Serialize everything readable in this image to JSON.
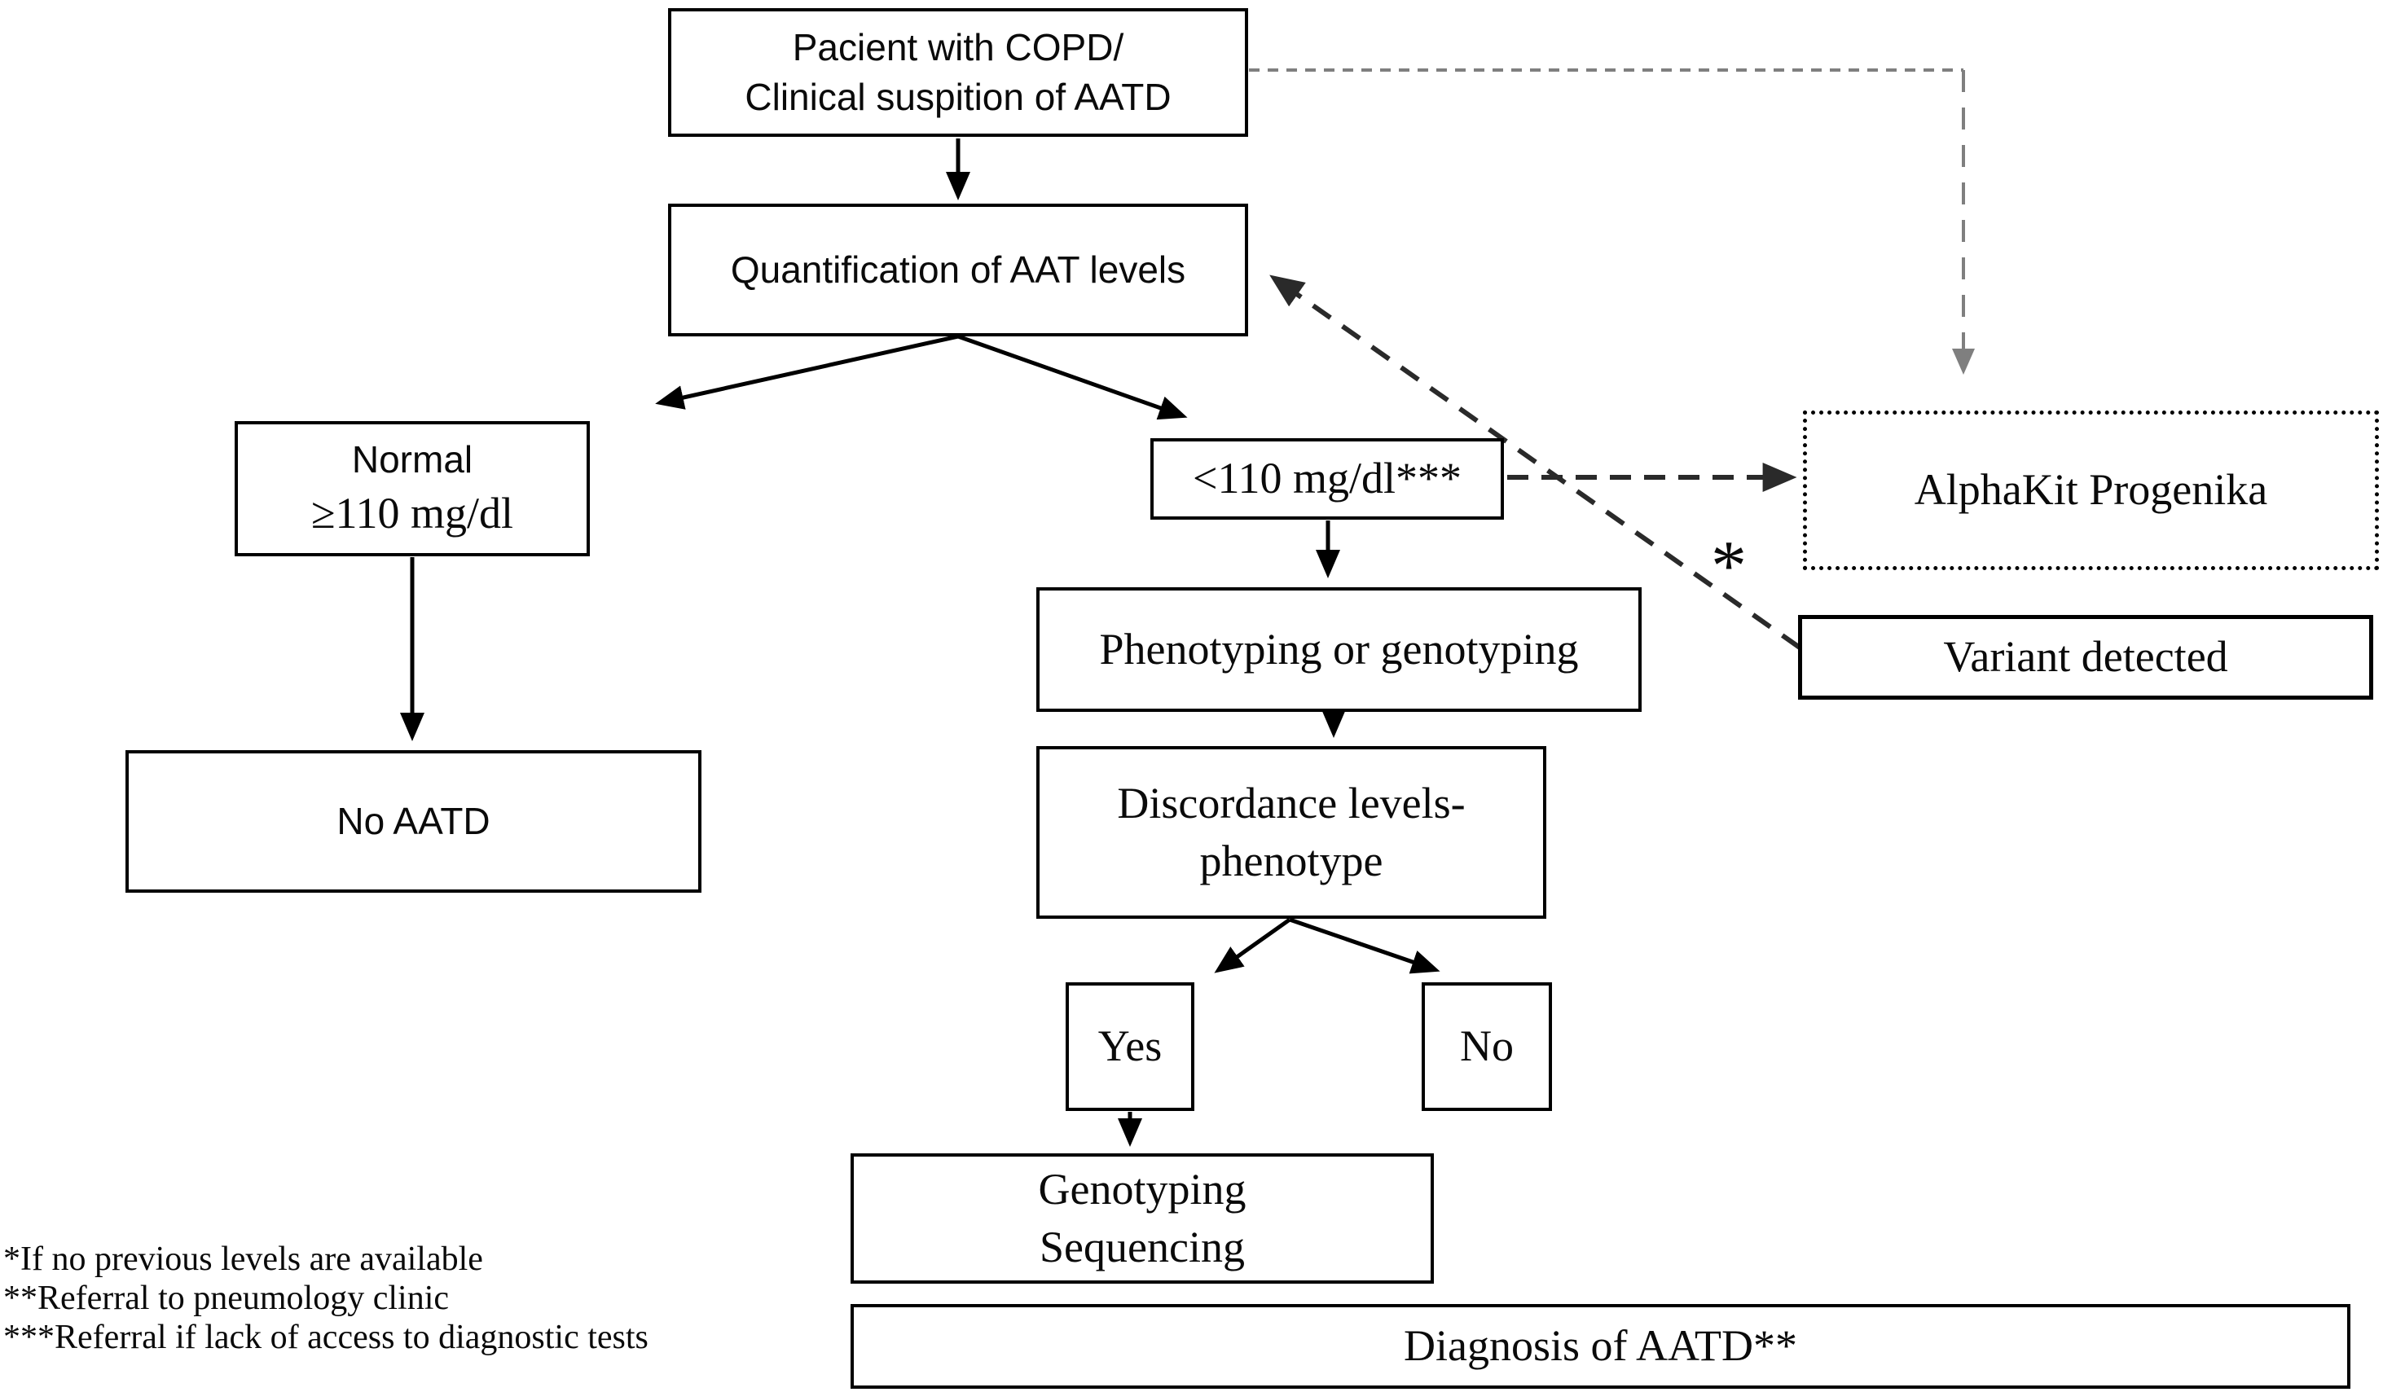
{
  "nodes": {
    "patient": {
      "line1": "Pacient with COPD/",
      "line2": "Clinical suspition of AATD"
    },
    "quantification": {
      "label": "Quantification of AAT levels"
    },
    "normal": {
      "line1": "Normal",
      "line2": "≥110 mg/dl"
    },
    "no_aatd": {
      "label": "No AATD"
    },
    "low": {
      "label": "<110 mg/dl***"
    },
    "phenotyping": {
      "label": "Phenotyping or genotyping"
    },
    "discordance": {
      "line1": "Discordance levels-",
      "line2": "phenotype"
    },
    "yes": {
      "label": "Yes"
    },
    "no": {
      "label": "No"
    },
    "genotyping": {
      "line1": "Genotyping",
      "line2": "Sequencing"
    },
    "diagnosis": {
      "label": "Diagnosis of AATD**"
    },
    "alphakit": {
      "label": "AlphaKit Progenika"
    },
    "variant": {
      "label": "Variant detected"
    }
  },
  "annotations": {
    "asterisk": "*"
  },
  "footnotes": [
    "*If no previous levels are available",
    "**Referral to pneumology clinic",
    "***Referral if lack of access to diagnostic tests"
  ],
  "colors": {
    "background": "#ffffff",
    "box_border": "#000000",
    "solid_line": "#000000",
    "dashed_line": "#2a2a2a",
    "gray_line": "#7f7f7f"
  }
}
